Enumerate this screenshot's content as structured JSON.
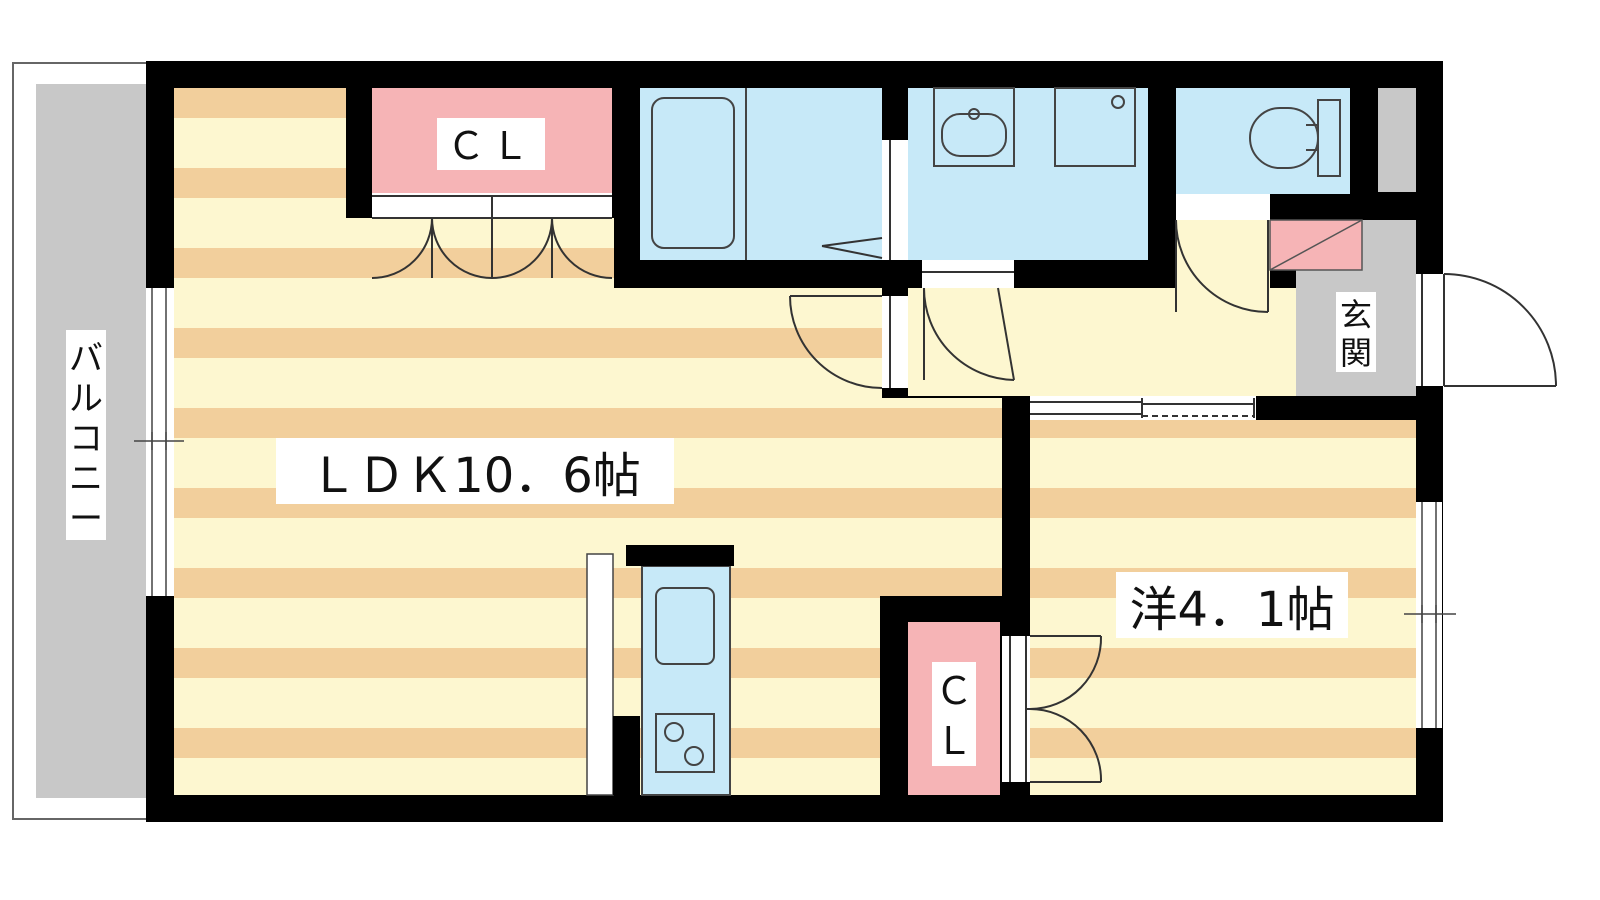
{
  "floorplan": {
    "labels": {
      "ldk": "ＬＤＫ10．6帖",
      "western_room": "洋4．1帖",
      "closet_top": "ＣＬ",
      "closet_bottom_1": "Ｃ",
      "closet_bottom_2": "Ｌ",
      "entrance_1": "玄",
      "entrance_2": "関",
      "balcony": [
        "バ",
        "ル",
        "コ",
        "ニ",
        "ー"
      ]
    },
    "colors": {
      "wall": "#000000",
      "floor_stripe_a": "#f2cf9c",
      "floor_stripe_b": "#fdf7d0",
      "wet_area": "#c7e9f8",
      "closet": "#f6b4b6",
      "hallway": "#fdf7d0",
      "entrance": "#c8c8c8",
      "balcony": "#c8c8c8",
      "background": "#ffffff"
    }
  }
}
